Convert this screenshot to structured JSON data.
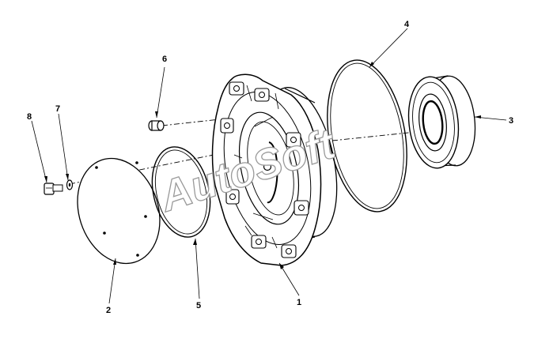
{
  "callouts": [
    {
      "id": "1",
      "label": "1",
      "part": "hub-housing"
    },
    {
      "id": "2",
      "label": "2",
      "part": "cover-plate"
    },
    {
      "id": "3",
      "label": "3",
      "part": "bearing"
    },
    {
      "id": "4",
      "label": "4",
      "part": "large-seal-ring"
    },
    {
      "id": "5",
      "label": "5",
      "part": "gasket-ring"
    },
    {
      "id": "6",
      "label": "6",
      "part": "plug"
    },
    {
      "id": "7",
      "label": "7",
      "part": "washer"
    },
    {
      "id": "8",
      "label": "8",
      "part": "bolt"
    }
  ],
  "watermark": "AutoSoft",
  "colors": {
    "line": "#000000",
    "background": "#ffffff",
    "watermark_outline": "#9a9a9a"
  }
}
